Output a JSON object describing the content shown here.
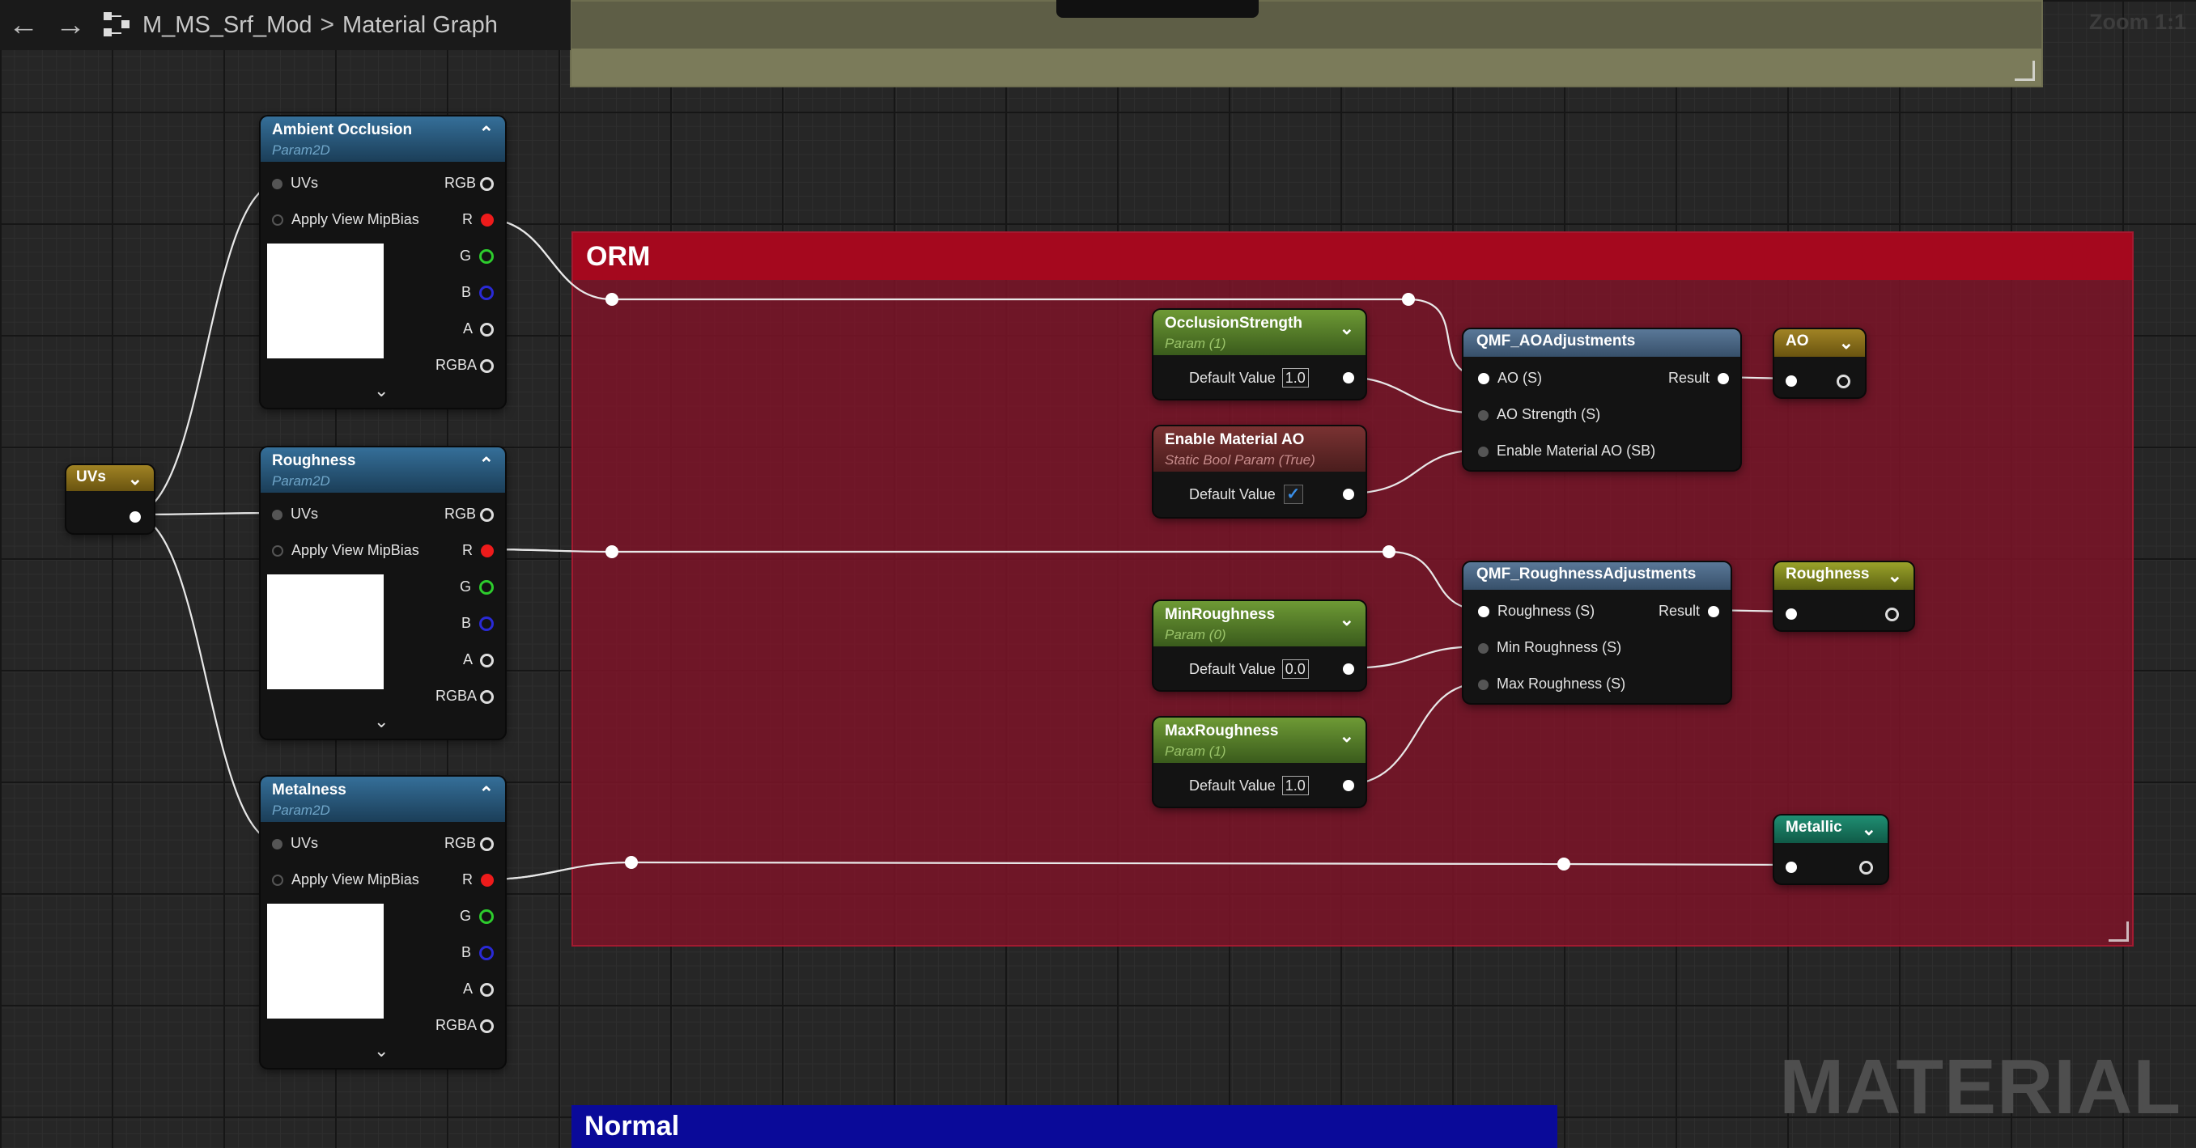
{
  "toolbar": {
    "back_icon": "back-arrow-icon",
    "forward_icon": "forward-arrow-icon",
    "asset_name": "M_MS_Srf_Mod",
    "separator": ">",
    "graph_name": "Material Graph"
  },
  "zoom": "Zoom 1:1",
  "watermark": "MATERIAL",
  "comments": {
    "orm": "ORM",
    "normal": "Normal"
  },
  "texture_nodes": [
    {
      "title": "Ambient Occlusion",
      "subtitle": "Param2D"
    },
    {
      "title": "Roughness",
      "subtitle": "Param2D"
    },
    {
      "title": "Metalness",
      "subtitle": "Param2D"
    }
  ],
  "texture_pins": {
    "uvs": "UVs",
    "mip": "Apply View MipBias",
    "rgb": "RGB",
    "r": "R",
    "g": "G",
    "b": "B",
    "a": "A",
    "rgba": "RGBA"
  },
  "uvs_node": {
    "title": "UVs"
  },
  "param_nodes": {
    "occlusion": {
      "title": "OcclusionStrength",
      "subtitle": "Param (1)",
      "label": "Default Value",
      "value": "1.0"
    },
    "enable_ao": {
      "title": "Enable Material AO",
      "subtitle": "Static Bool Param (True)",
      "label": "Default Value",
      "checked": "✓"
    },
    "min_rough": {
      "title": "MinRoughness",
      "subtitle": "Param (0)",
      "label": "Default Value",
      "value": "0.0"
    },
    "max_rough": {
      "title": "MaxRoughness",
      "subtitle": "Param (1)",
      "label": "Default Value",
      "value": "1.0"
    }
  },
  "function_nodes": {
    "ao_adj": {
      "title": "QMF_AOAdjustments",
      "inputs": [
        "AO (S)",
        "AO Strength (S)",
        "Enable Material AO (SB)"
      ],
      "output": "Result"
    },
    "rough_adj": {
      "title": "QMF_RoughnessAdjustments",
      "inputs": [
        "Roughness (S)",
        "Min Roughness (S)",
        "Max Roughness (S)"
      ],
      "output": "Result"
    }
  },
  "output_nodes": {
    "ao": "AO",
    "roughness": "Roughness",
    "metallic": "Metallic"
  },
  "colors": {
    "orm_header": "#a5081e",
    "normal_header": "#0a0a99",
    "param2d_header": "#356f99",
    "scalar_param_header": "#6e9a35"
  }
}
